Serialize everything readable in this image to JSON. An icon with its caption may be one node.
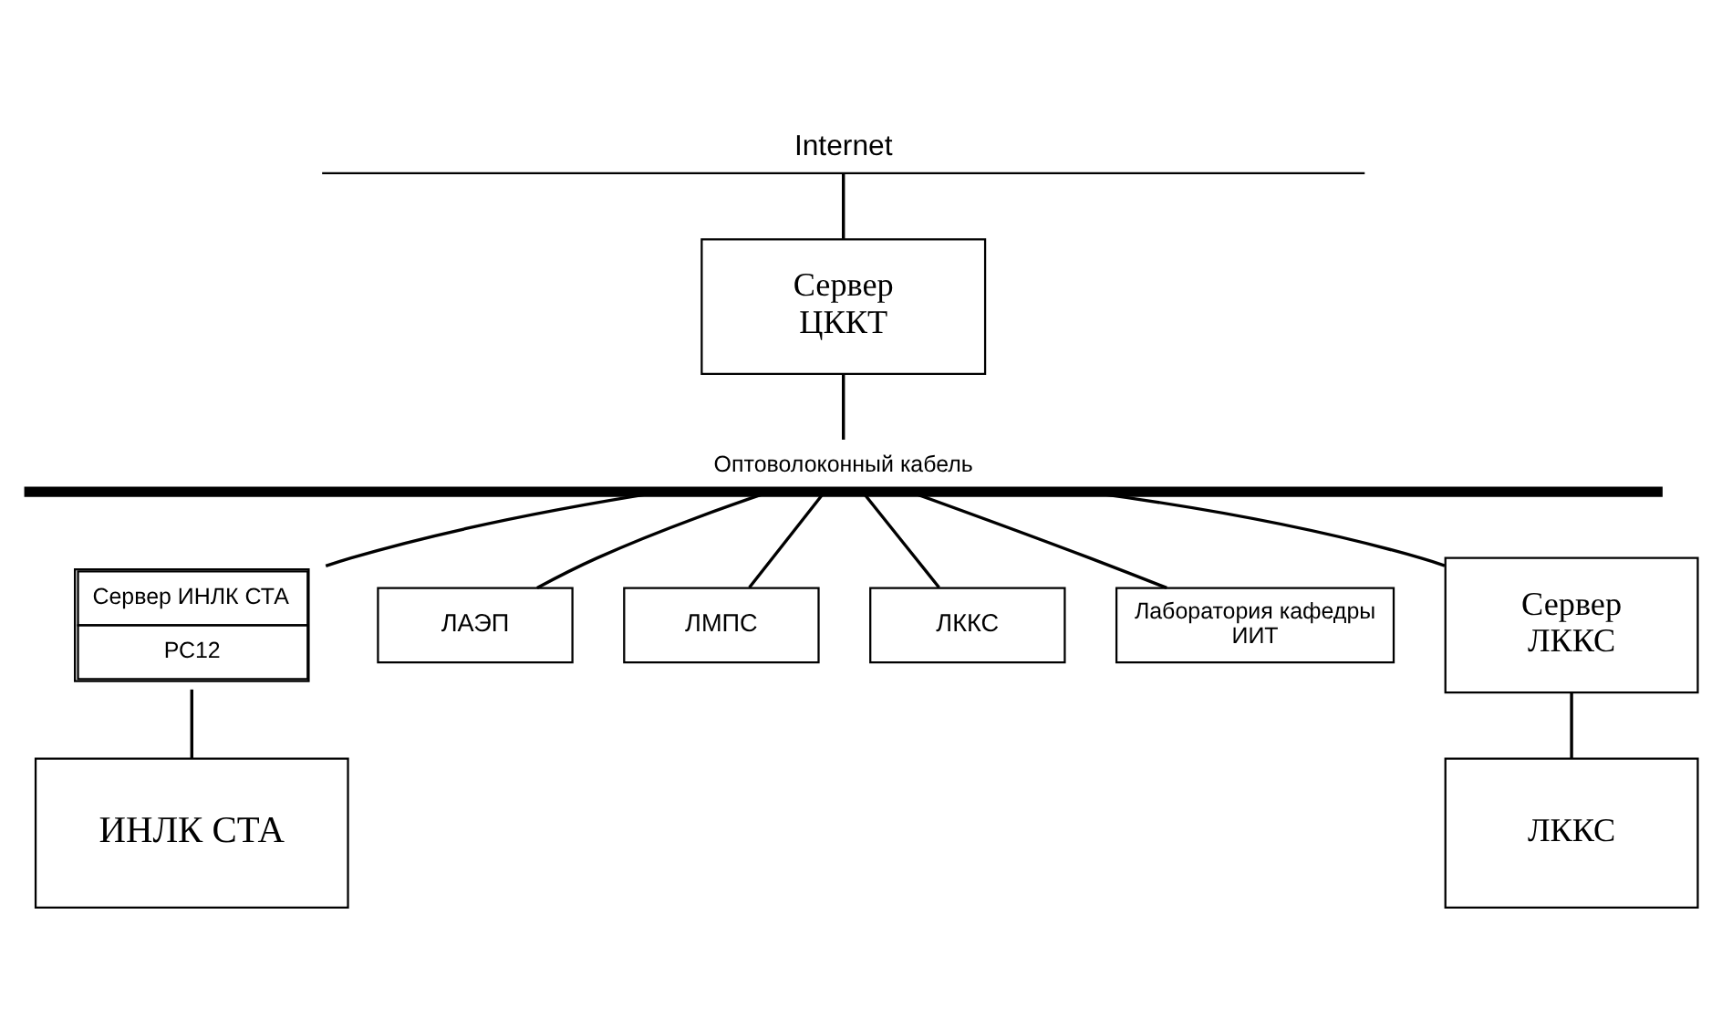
{
  "diagram": {
    "nodes": [
      {
        "text": [
          "Internet"
        ]
      },
      {
        "text": [
          "Сервер ЦККТ"
        ]
      },
      {
        "text": [
          "Оптоволоконный кабель"
        ]
      },
      {
        "text": [
          "Сервер ИНЛК СТА",
          "РС12"
        ]
      },
      {
        "text": [
          "ИНЛК СТА"
        ]
      },
      {
        "text": [
          "ЛАЭП"
        ]
      },
      {
        "text": [
          "ЛМПС"
        ]
      },
      {
        "text": [
          "ЛККС"
        ]
      },
      {
        "text": [
          "Лаборатория кафедры ИИТ"
        ]
      },
      {
        "text": [
          "Сервер ЛККС"
        ]
      },
      {
        "text": [
          "ЛККС"
        ]
      }
    ],
    "edges": [
      {
        "from": 0,
        "to": 1,
        "arrow": "none"
      },
      {
        "from": 1,
        "to": 2,
        "arrow": "none"
      },
      {
        "from": 2,
        "to": 3,
        "arrow": "none"
      },
      {
        "from": 3,
        "to": 4,
        "arrow": "none"
      },
      {
        "from": 2,
        "to": 5,
        "arrow": "none"
      },
      {
        "from": 2,
        "to": 6,
        "arrow": "none"
      },
      {
        "from": 2,
        "to": 7,
        "arrow": "none"
      },
      {
        "from": 2,
        "to": 8,
        "arrow": "none"
      },
      {
        "from": 2,
        "to": 9,
        "arrow": "none"
      },
      {
        "from": 9,
        "to": 10,
        "arrow": "none"
      }
    ]
  }
}
